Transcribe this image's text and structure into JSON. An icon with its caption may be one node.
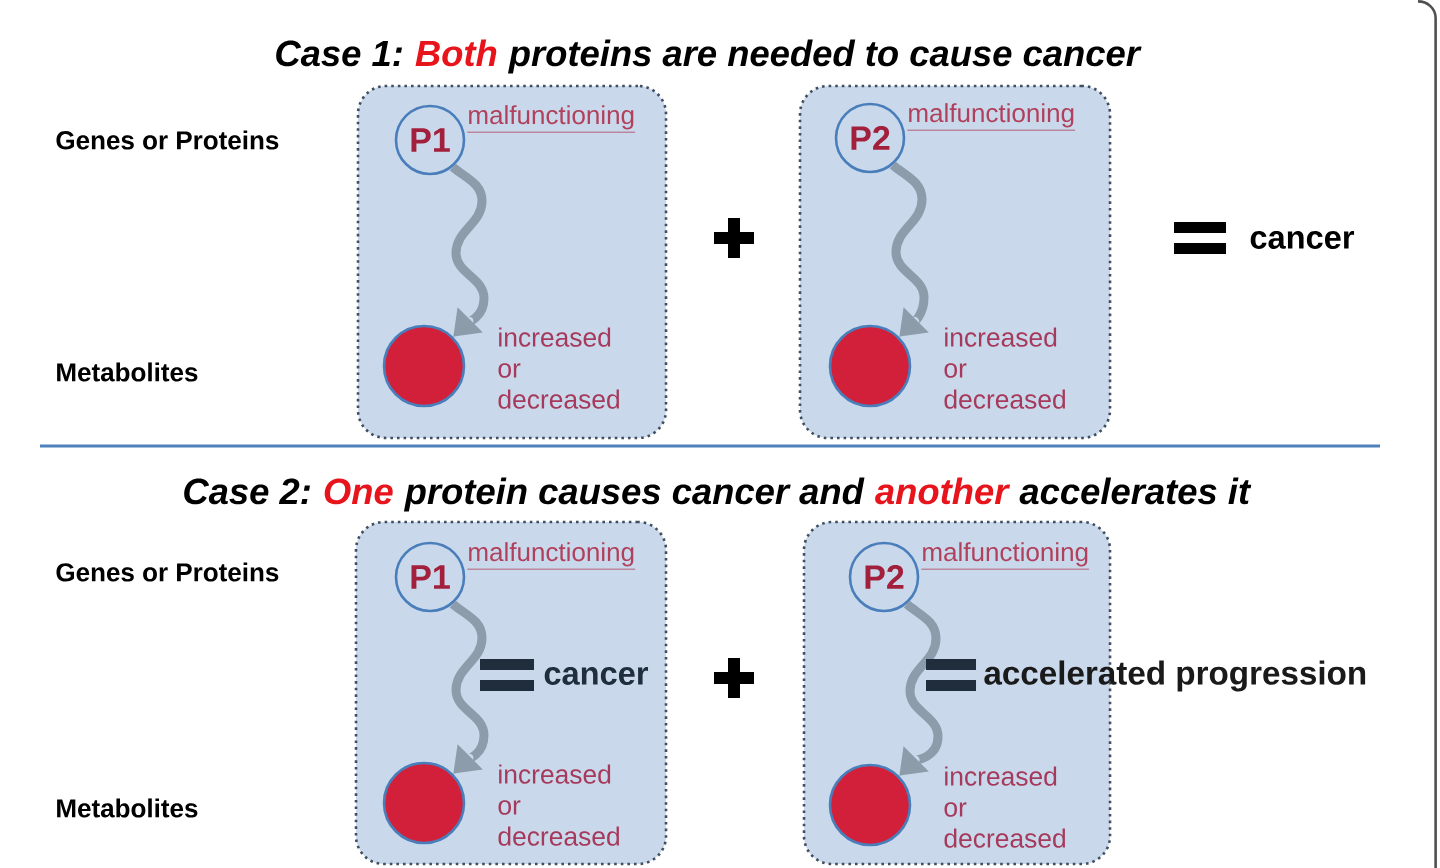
{
  "diagram": {
    "nodes": [
      {
        "text": [],
        "shape": "box"
      },
      {
        "text": [
          "P1"
        ],
        "in": 0,
        "beside": [
          "malfunctioning"
        ]
      },
      {
        "text": [],
        "shape": "circle",
        "in": 0,
        "beside": [
          "increased or decreased"
        ]
      },
      {
        "text": [],
        "shape": "box"
      },
      {
        "text": [
          "P2"
        ],
        "in": 3,
        "beside": [
          "malfunctioning"
        ]
      },
      {
        "text": [],
        "shape": "circle",
        "in": 3,
        "beside": [
          "increased or decreased"
        ]
      },
      {
        "text": [],
        "shape": "box"
      },
      {
        "text": [
          "P1"
        ],
        "in": 6,
        "beside": [
          "malfunctioning"
        ]
      },
      {
        "text": [],
        "shape": "circle",
        "in": 6,
        "beside": [
          "increased or decreased"
        ]
      },
      {
        "text": [],
        "shape": "box"
      },
      {
        "text": [
          "P2"
        ],
        "in": 9,
        "beside": [
          "malfunctioning"
        ]
      },
      {
        "text": [],
        "shape": "circle",
        "in": 9,
        "beside": [
          "increased or decreased"
        ]
      }
    ],
    "edges": [
      {
        "from": 1,
        "to": 2,
        "arrow": "to"
      },
      {
        "from": 4,
        "to": 5,
        "arrow": "to"
      },
      {
        "from": 7,
        "to": 8,
        "arrow": "to"
      },
      {
        "from": 10,
        "to": 11,
        "arrow": "to"
      }
    ],
    "labels": [
      "Case 1:",
      "Both",
      "proteins are needed to cause cancer",
      "Genes or Proteins",
      "cancer",
      "Metabolites",
      "Case 2:",
      "One",
      "protein causes cancer and",
      "another",
      "accelerates it",
      "Genes or Proteins",
      "cancer",
      "accelerated progression",
      "Metabolites"
    ]
  }
}
